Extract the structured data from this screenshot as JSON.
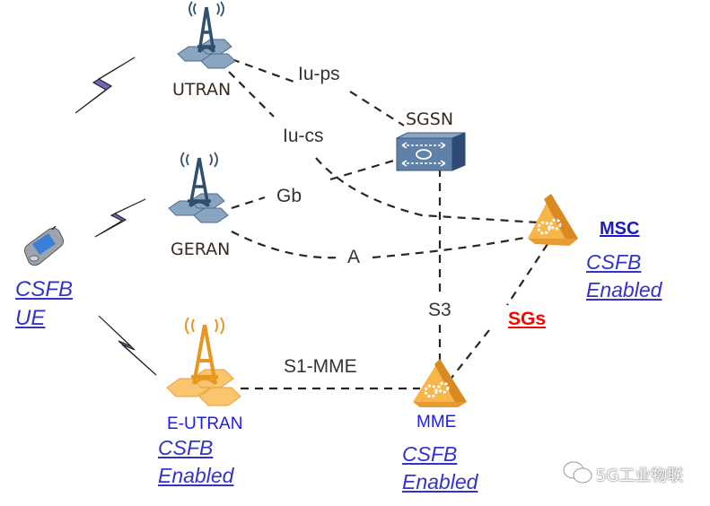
{
  "nodes": {
    "utran": {
      "name": "UTRAN"
    },
    "geran": {
      "name": "GERAN"
    },
    "eutran": {
      "name": "E-UTRAN",
      "note_line1": "CSFB",
      "note_line2": "Enabled"
    },
    "sgsn": {
      "name": "SGSN"
    },
    "msc": {
      "name": "MSC",
      "note_line1": "CSFB",
      "note_line2": "Enabled"
    },
    "mme": {
      "name": "MME",
      "note_line1": "CSFB",
      "note_line2": "Enabled"
    },
    "ue": {
      "note_line1": "CSFB",
      "note_line2": "UE"
    }
  },
  "interfaces": {
    "iu_ps": "Iu-ps",
    "iu_cs": "Iu-cs",
    "gb": "Gb",
    "a": "A",
    "s3": "S3",
    "s1_mme": "S1-MME",
    "sgs": "SGs"
  },
  "colors": {
    "legacy_node": "#2f4f6f",
    "lte_node": "#e8961e",
    "link_text": "#3333cc",
    "sgs_label": "#ff0000"
  },
  "watermark": "5G工业物联"
}
